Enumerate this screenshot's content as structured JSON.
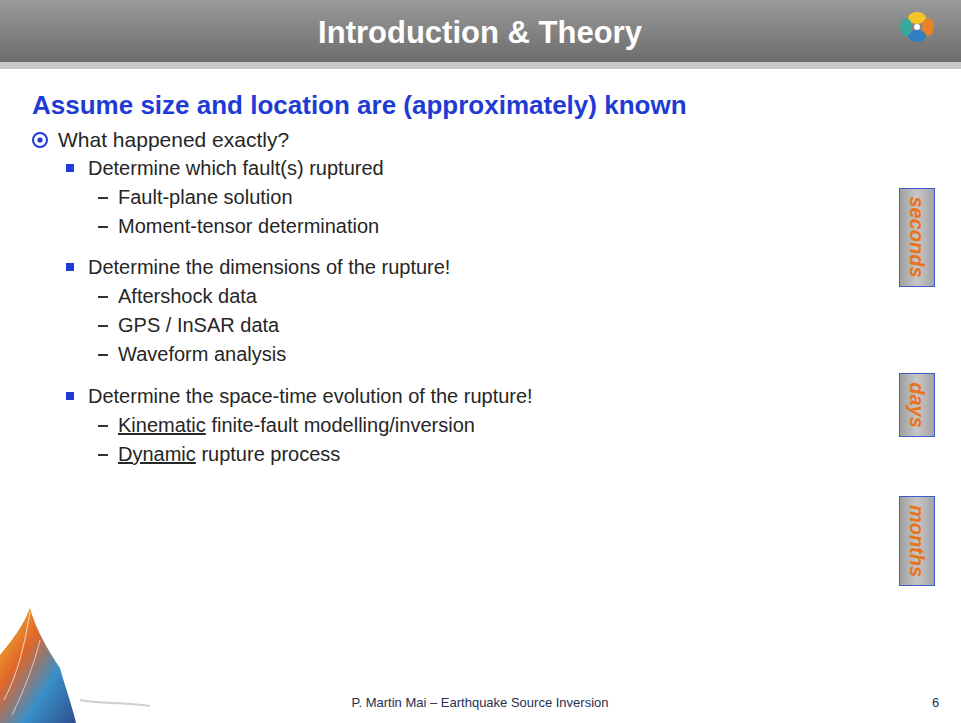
{
  "diagram": {
    "title": "Introduction & Theory",
    "nodes": [
      {
        "text": [
          "seconds"
        ]
      },
      {
        "text": [
          "days"
        ]
      },
      {
        "text": [
          "months"
        ]
      }
    ],
    "labels": [
      "Assume size and location are (approximately) known",
      "What happened exactly?",
      "Determine which fault(s) ruptured",
      "Fault-plane solution",
      "Moment-tensor determination",
      "Determine the dimensions of the rupture!",
      "Aftershock data",
      "GPS / InSAR data",
      "Waveform analysis",
      "Determine the space-time evolution of the rupture!",
      "Kinematic",
      "finite-fault modelling/inversion",
      "Dynamic",
      "rupture process",
      "P. Martin Mai – Earthquake Source Inversion",
      "6"
    ]
  }
}
